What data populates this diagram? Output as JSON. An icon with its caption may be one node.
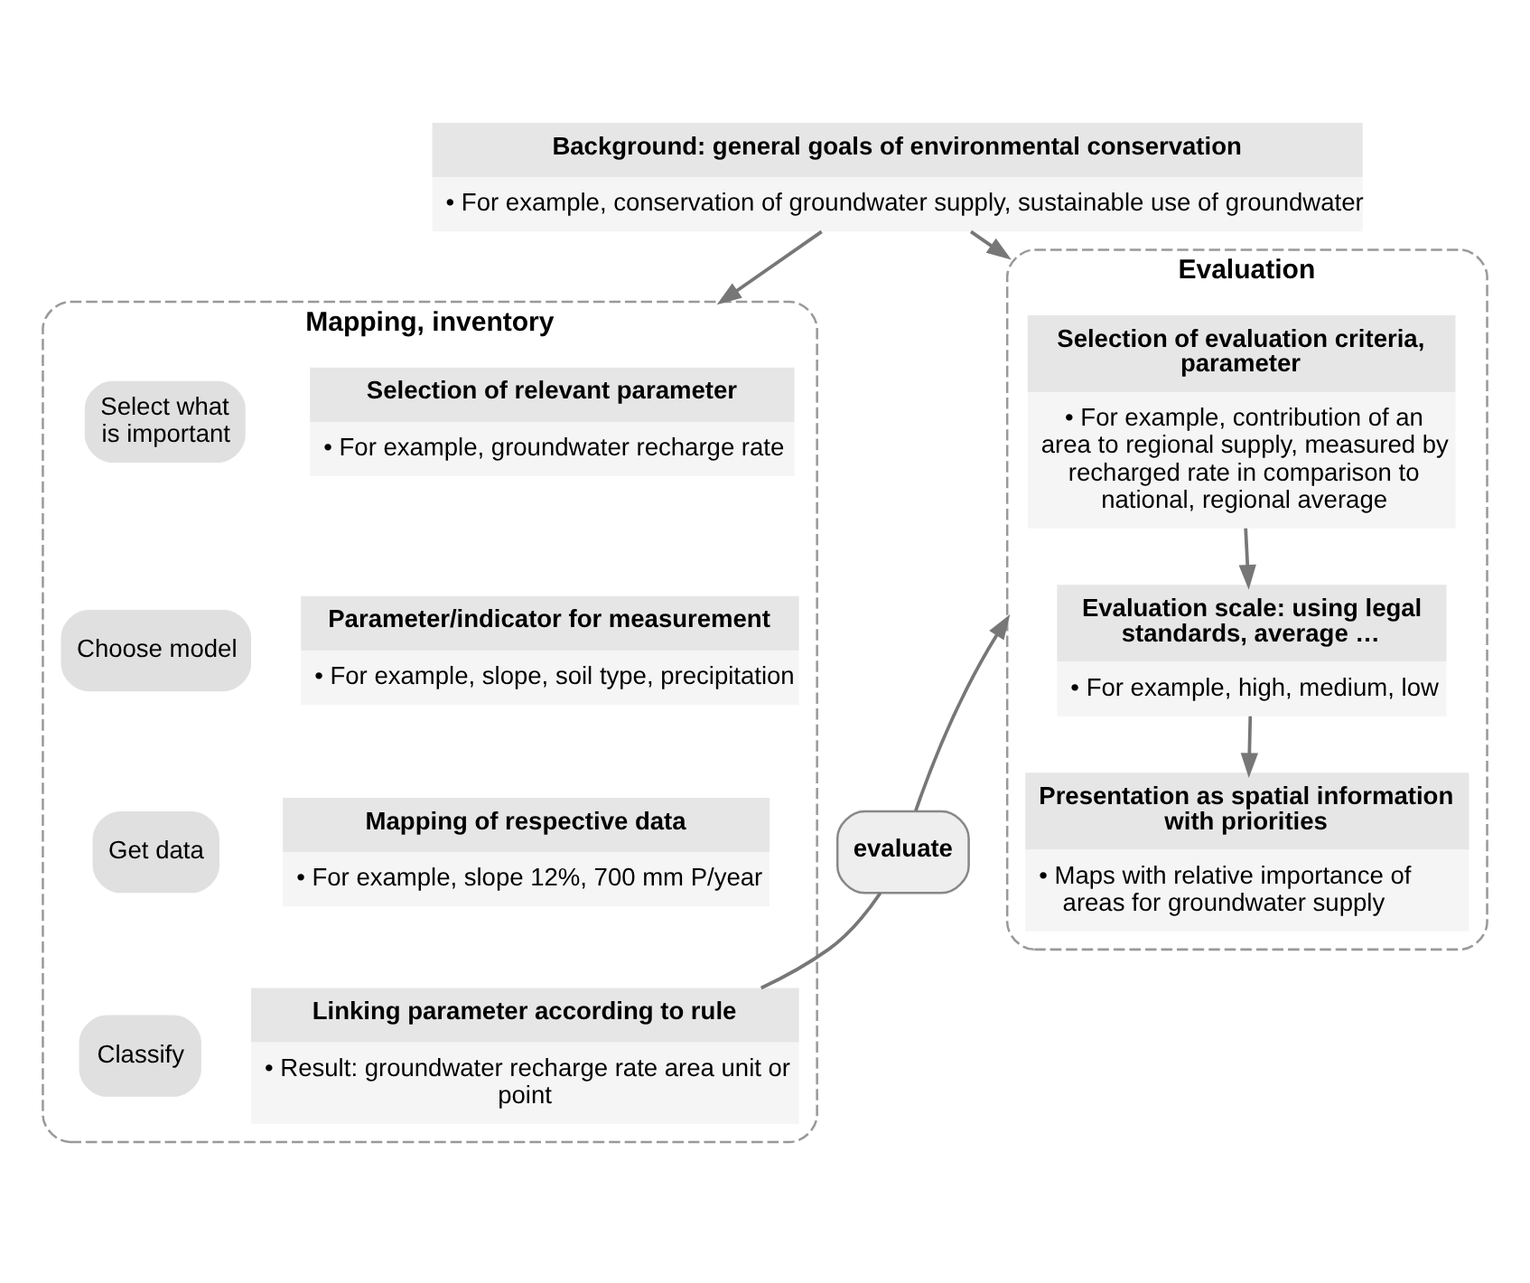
{
  "diagram": {
    "nodes": [
      {
        "text": [
          "Background: general goals of environmental conservation",
          "• For example, conservation of groundwater supply, sustainable use of groundwater"
        ]
      },
      {
        "text": [
          "Mapping, inventory"
        ]
      },
      {
        "text": [
          "Select what is important"
        ],
        "in": 1
      },
      {
        "text": [
          "Selection of relevant parameter",
          "• For example, groundwater recharge rate"
        ],
        "in": 1
      },
      {
        "text": [
          "Choose model"
        ],
        "in": 1
      },
      {
        "text": [
          "Parameter/indicator for measurement",
          "• For example, slope, soil type, precipitation"
        ],
        "in": 1
      },
      {
        "text": [
          "Get data"
        ],
        "in": 1
      },
      {
        "text": [
          "Mapping of respective data",
          "• For example, slope 12%, 700 mm P/year"
        ],
        "in": 1
      },
      {
        "text": [
          "Classify"
        ],
        "in": 1
      },
      {
        "text": [
          "Linking parameter according to rule",
          "• Result: groundwater recharge rate area unit or point"
        ],
        "in": 1
      },
      {
        "text": [
          "evaluate"
        ]
      },
      {
        "text": [
          "Evaluation"
        ]
      },
      {
        "text": [
          "Selection of evaluation criteria, parameter",
          "• For example, contribution of an area to regional supply, measured by recharged rate in comparison to national, regional average"
        ],
        "in": 11
      },
      {
        "text": [
          "Evaluation scale: using legal standards, average …",
          "• For example, high, medium, low"
        ],
        "in": 11
      },
      {
        "text": [
          "Presentation as spatial information with priorities",
          "• Maps with relative importance of areas for groundwater supply"
        ],
        "in": 11
      }
    ],
    "edges": [
      {
        "from": 0,
        "to": 1,
        "arrow": "to"
      },
      {
        "from": 0,
        "to": 11,
        "arrow": "to"
      },
      {
        "from": 9,
        "to": 10,
        "arrow": "none"
      },
      {
        "from": 10,
        "to": 11,
        "arrow": "to"
      },
      {
        "from": 12,
        "to": 13,
        "arrow": "to"
      },
      {
        "from": 13,
        "to": 14,
        "arrow": "to"
      }
    ]
  }
}
